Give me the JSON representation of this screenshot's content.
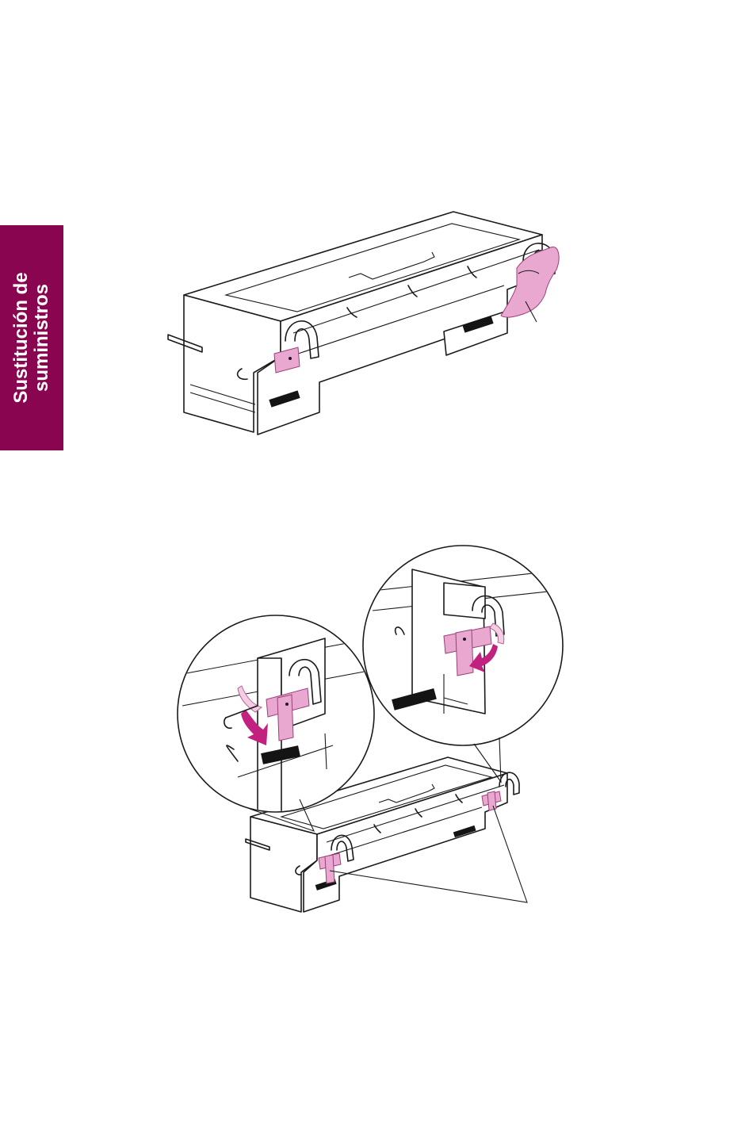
{
  "side_tab": {
    "line1": "Sustitución de",
    "line2": "suministros",
    "color": "#8a0550"
  },
  "colors": {
    "tape_pink": "#e9a8cf",
    "arrow_magenta": "#c2217f",
    "outline": "#1a1a1a"
  },
  "figures": {
    "top": "fuser-with-cloth-cover",
    "bottom": "fuser-with-tape-strips-and-detail-callouts"
  }
}
